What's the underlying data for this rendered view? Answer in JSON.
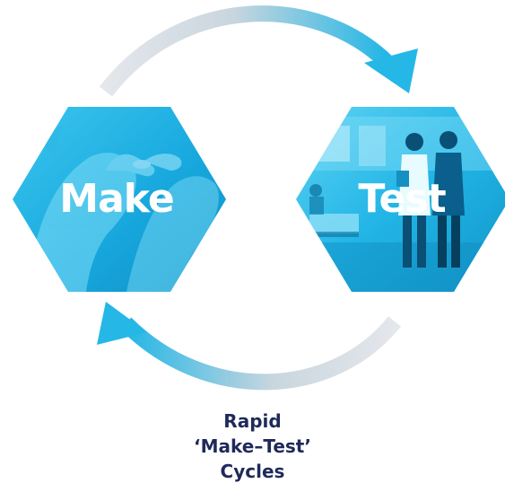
{
  "nodes": {
    "make": {
      "label": "Make",
      "photo": "gloved-hands-holding-small-object"
    },
    "test": {
      "label": "Test",
      "photo": "clinicians-walking-in-hospital-ward"
    }
  },
  "caption": {
    "line1": "Rapid",
    "line2": "‘Make–Test’",
    "line3": "Cycles"
  },
  "icons": {
    "top_arrow": "curved-arrow-right-icon",
    "bottom_arrow": "curved-arrow-left-icon"
  },
  "colors": {
    "hex_fill": "#1ab7e6",
    "hex_fill_dark": "#0b86b8",
    "arrow_start": "#dfe3e8",
    "arrow_end": "#25b7e6",
    "caption": "#1f2a5a"
  }
}
